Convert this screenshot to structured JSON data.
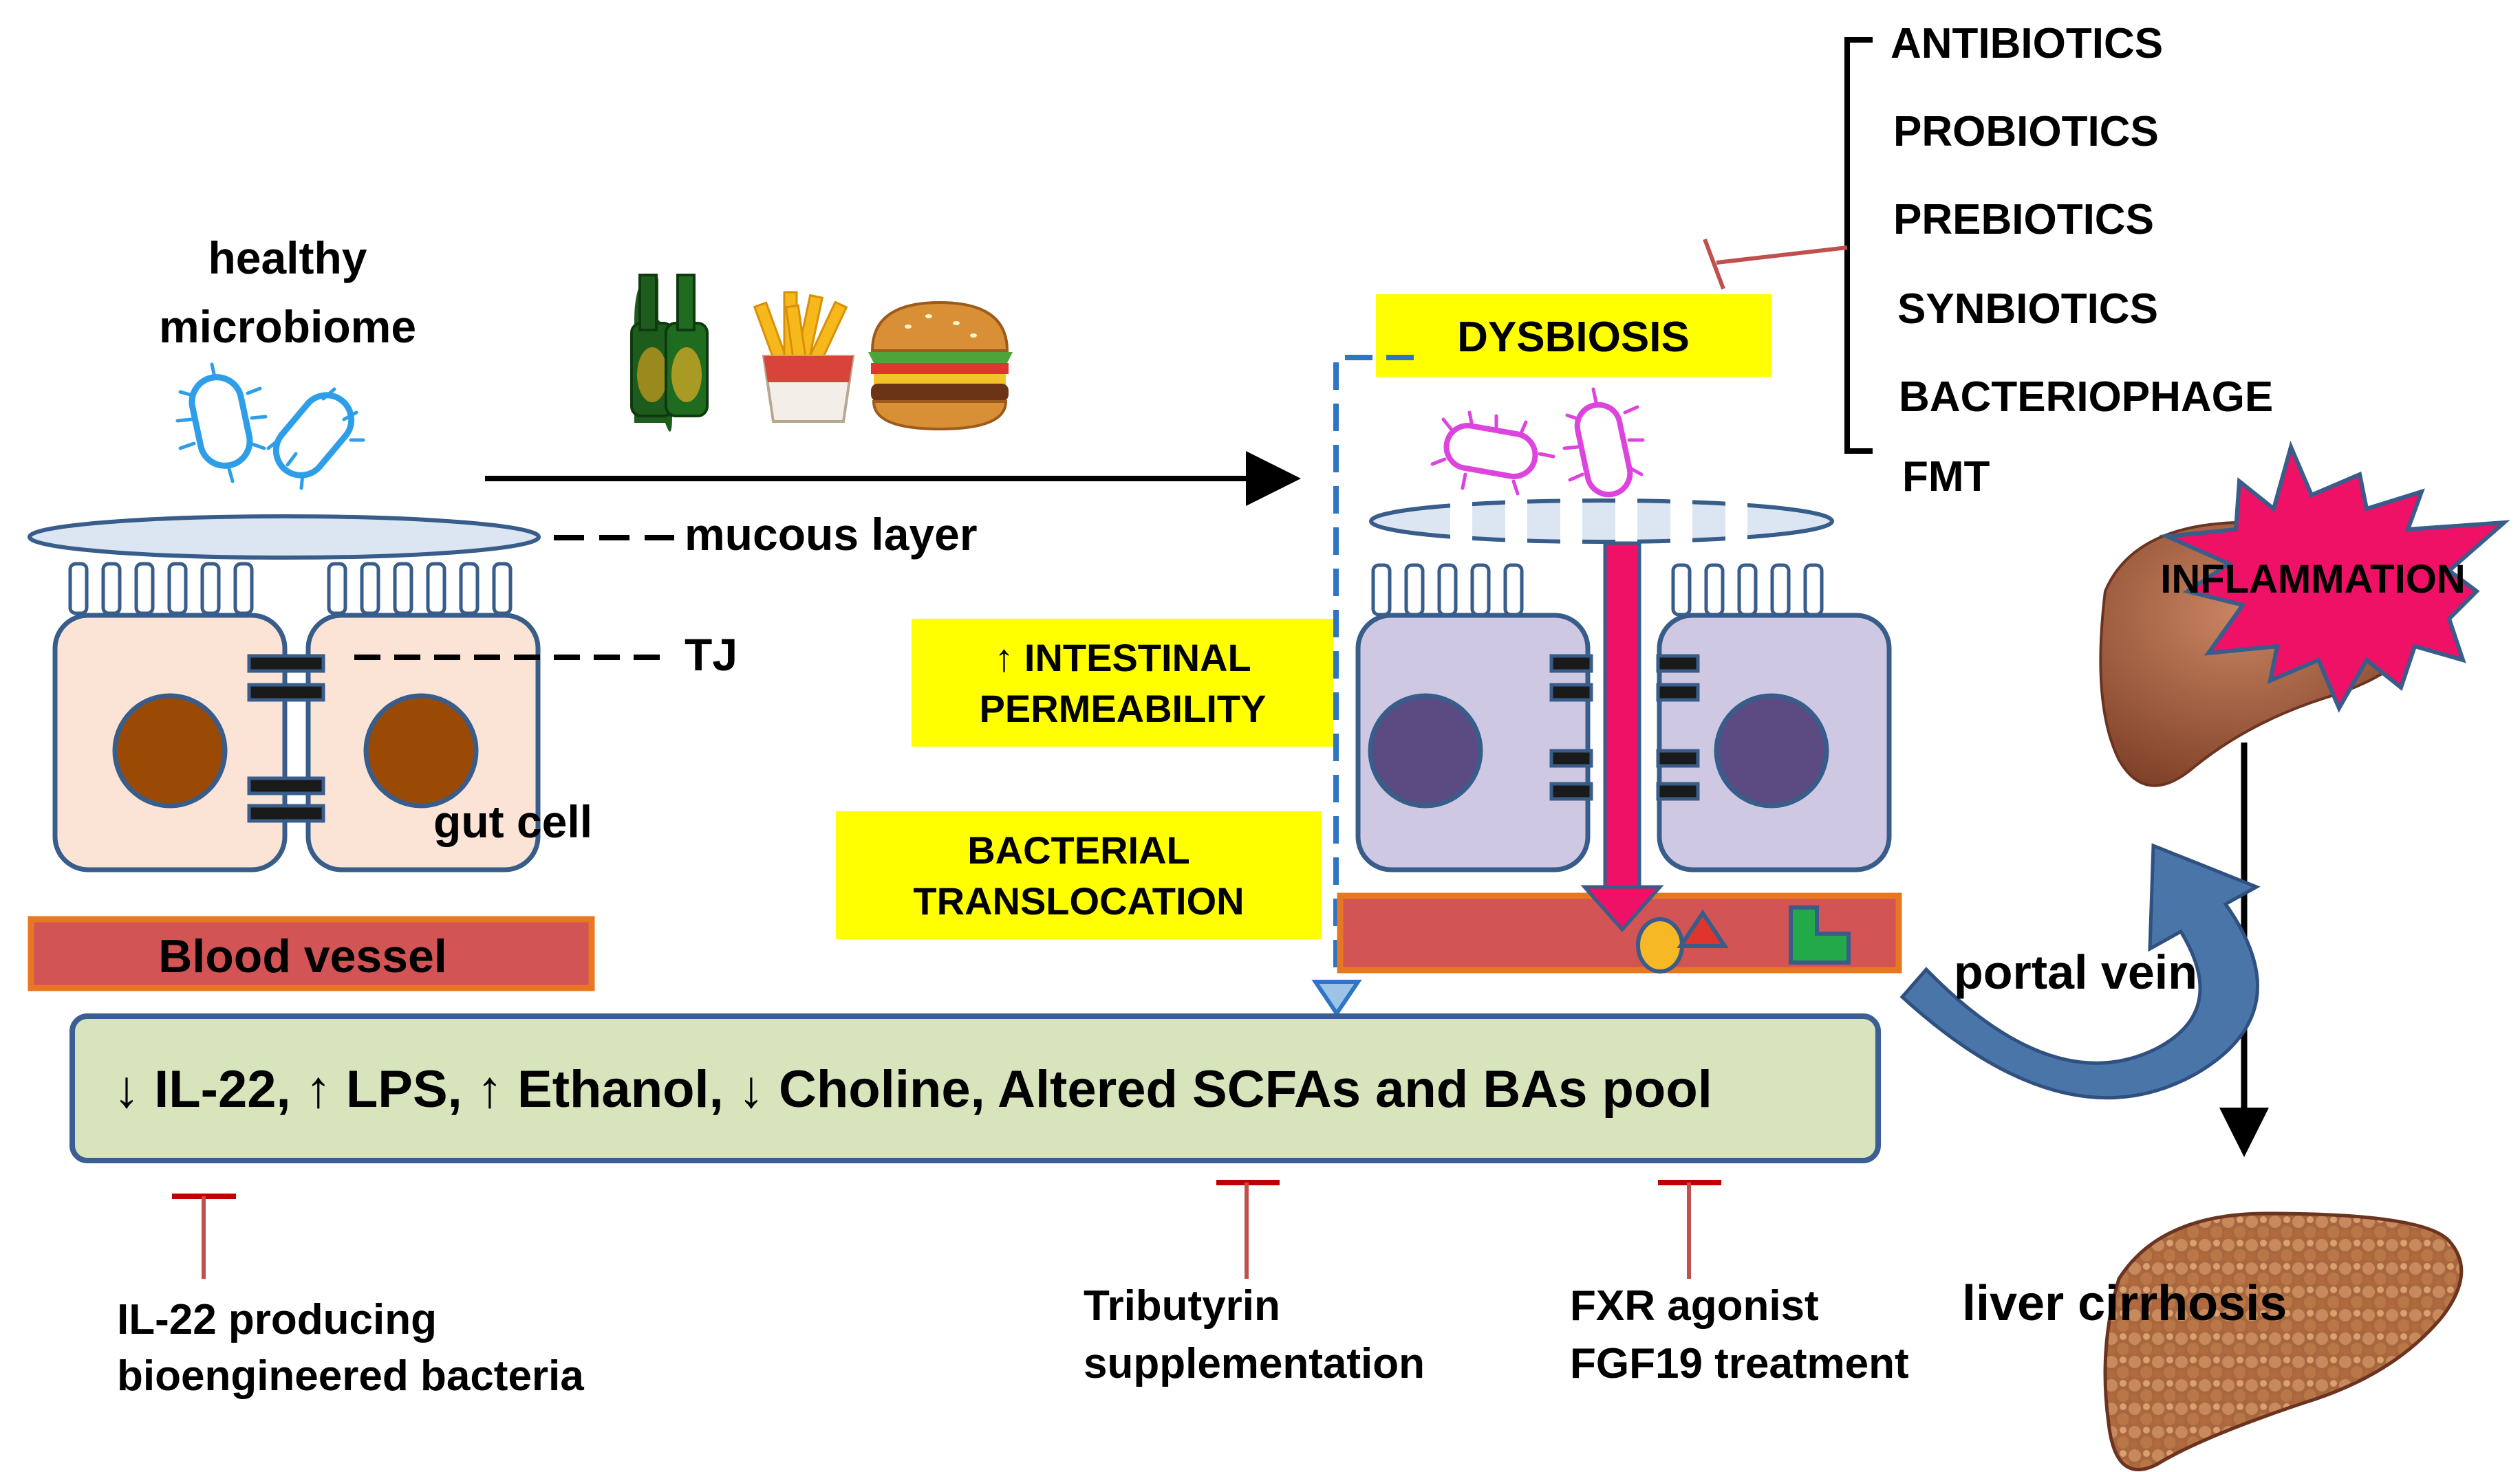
{
  "labels": {
    "healthy_line1": "healthy",
    "healthy_line2": "microbiome",
    "mucous_layer": "mucous layer",
    "tj": "TJ",
    "gut_cell": "gut cell",
    "blood_vessel": "Blood vessel",
    "dysbiosis": "DYSBIOSIS",
    "permeability_line1": "↑ INTESTINAL",
    "permeability_line2": "PERMEABILITY",
    "translocation_line1": "BACTERIAL",
    "translocation_line2": "TRANSLOCATION",
    "portal_vein": "portal vein",
    "inflammation": "INFLAMMATION",
    "liver_cirrhosis": "liver cirrhosis"
  },
  "metabolites_box": "↓ IL-22, ↑ LPS,  ↑ Ethanol,  ↓ Choline, Altered SCFAs and BAs pool",
  "therapies": [
    "ANTIBIOTICS",
    "PROBIOTICS",
    "PREBIOTICS",
    "SYNBIOTICS",
    "BACTERIOPHAGE",
    "FMT"
  ],
  "treatments": {
    "il22_line1": "IL-22 producing",
    "il22_line2": "bioengineered bacteria",
    "tributyrin_line1": "Tributyrin",
    "tributyrin_line2": "supplementation",
    "fxr_line1": "FXR agonist",
    "fxr_line2": "FGF19 treatment"
  },
  "colors": {
    "highlight_yellow": "#ffff00",
    "vessel_red": "#d25454",
    "vessel_border": "#e87722",
    "box_green": "#d8e4bc",
    "box_border": "#3b5f94",
    "healthy_bacteria": "#2f9ee8",
    "dysbiotic_bacteria": "#dd44dd",
    "healthy_cell_fill": "#fbe4d5",
    "healthy_nucleus": "#9b4a06",
    "dysbiotic_cell_fill": "#cfc8e3",
    "dysbiotic_nucleus": "#5c4a82",
    "translocation_arrow": "#ee1166",
    "inhibitor_red": "#c0504d",
    "inflammation_star": "#ee1166",
    "liver_brown": "#9a5a3a",
    "portal_arrow_blue": "#4a75a8"
  },
  "icons": [
    "beer-bottles-icon",
    "french-fries-icon",
    "burger-icon",
    "healthy-bacteria-icon",
    "dysbiotic-bacteria-icon",
    "liver-icon",
    "cirrhotic-liver-icon",
    "inflammation-burst-icon"
  ]
}
